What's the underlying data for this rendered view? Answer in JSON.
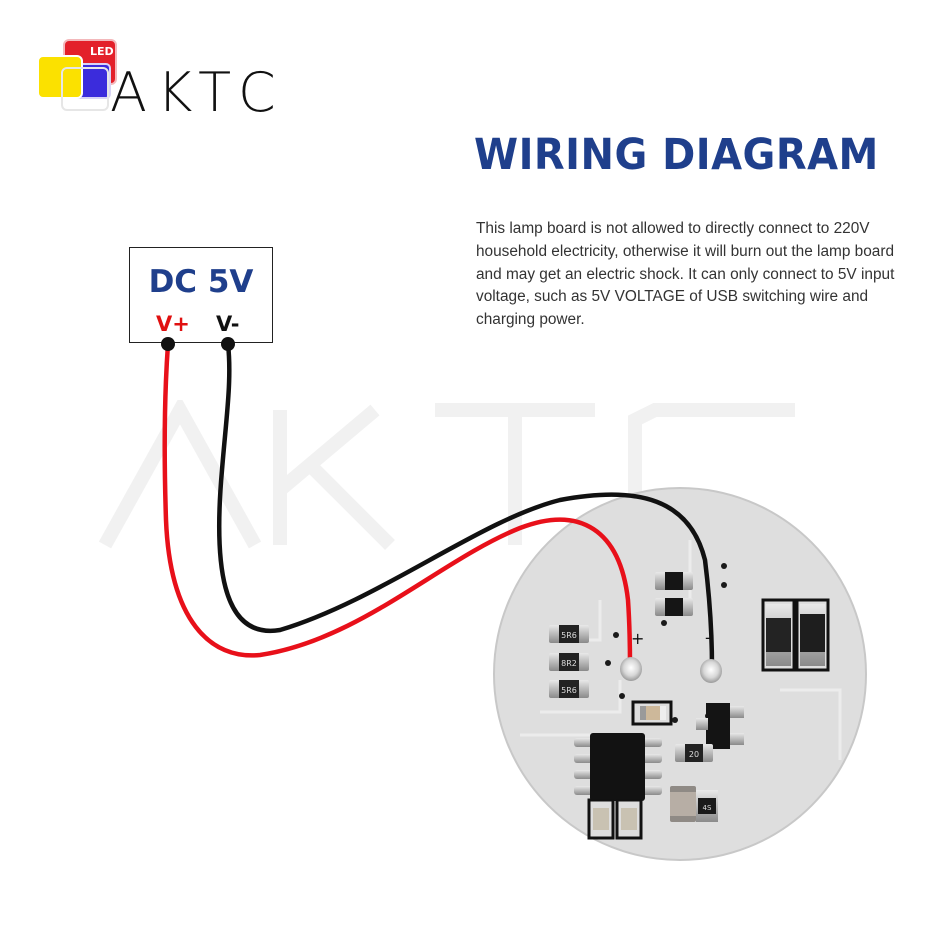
{
  "brand": {
    "name": "AKTC",
    "logo_badge": "LED",
    "logo_colors": {
      "red": "#e3202a",
      "yellow": "#fbe100",
      "blue": "#3b2cdc"
    }
  },
  "header": {
    "title": "WIRING DIAGRAM",
    "title_color": "#1f3f8c"
  },
  "description": {
    "text": "This lamp board is not allowed to directly connect to 220V household electricity, otherwise it will burn out the lamp board and may get an electric shock. It can only connect to 5V input voltage, such as 5V VOLTAGE of USB switching wire and charging power."
  },
  "power_supply": {
    "label": "DC 5V",
    "positive_terminal": "V+",
    "negative_terminal": "V-"
  },
  "wires": [
    {
      "name": "positive",
      "color": "#e8101a"
    },
    {
      "name": "negative",
      "color": "#111111"
    }
  ],
  "board": {
    "pad_plus": "+",
    "pad_minus": "-",
    "component_codes": [
      "5R6",
      "8R2",
      "5R6",
      "20",
      "4S"
    ],
    "watermark": "AKTC"
  }
}
